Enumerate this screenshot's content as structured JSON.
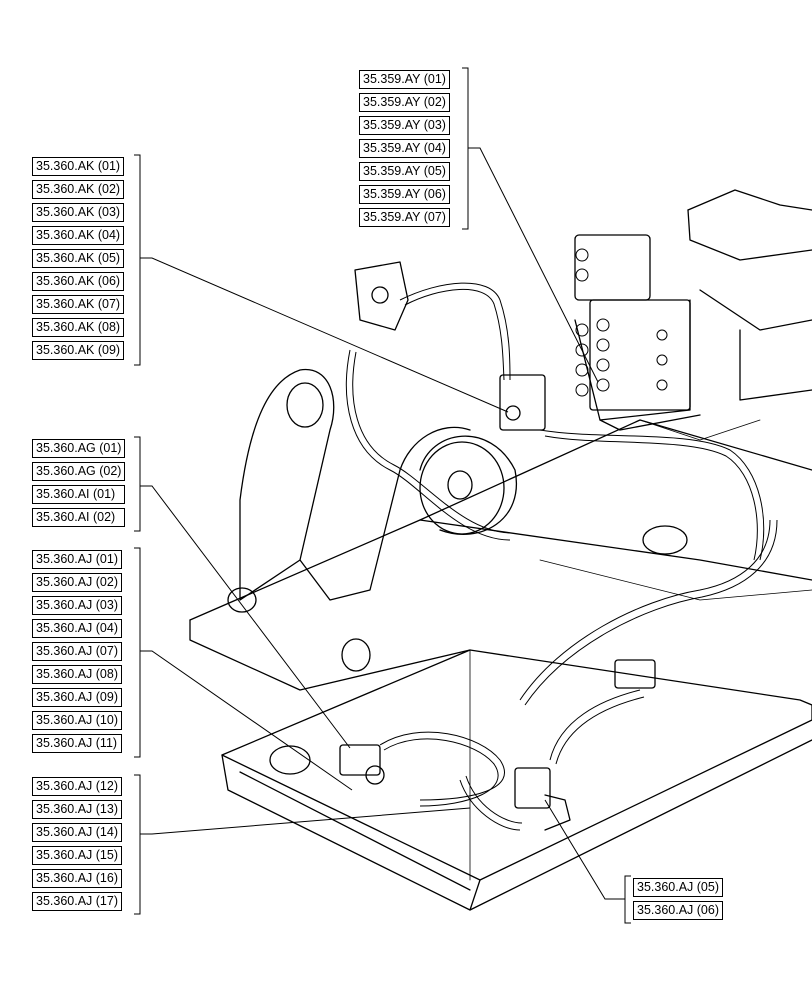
{
  "callouts": {
    "g359ay": [
      "35.359.AY (01)",
      "35.359.AY (02)",
      "35.359.AY (03)",
      "35.359.AY (04)",
      "35.359.AY (05)",
      "35.359.AY (06)",
      "35.359.AY (07)"
    ],
    "g360ak": [
      "35.360.AK (01)",
      "35.360.AK (02)",
      "35.360.AK (03)",
      "35.360.AK (04)",
      "35.360.AK (05)",
      "35.360.AK (06)",
      "35.360.AK (07)",
      "35.360.AK (08)",
      "35.360.AK (09)"
    ],
    "g360agai": [
      "35.360.AG (01)",
      "35.360.AG (02)",
      "35.360.AI (01)",
      "35.360.AI (02)"
    ],
    "g360aj_a": [
      "35.360.AJ (01)",
      "35.360.AJ (02)",
      "35.360.AJ (03)",
      "35.360.AJ (04)",
      "35.360.AJ (07)",
      "35.360.AJ (08)",
      "35.360.AJ (09)",
      "35.360.AJ (10)",
      "35.360.AJ (11)"
    ],
    "g360aj_b": [
      "35.360.AJ (12)",
      "35.360.AJ (13)",
      "35.360.AJ (14)",
      "35.360.AJ (15)",
      "35.360.AJ (16)",
      "35.360.AJ (17)"
    ],
    "g360aj_c": [
      "35.360.AJ (05)",
      "35.360.AJ (06)"
    ]
  }
}
